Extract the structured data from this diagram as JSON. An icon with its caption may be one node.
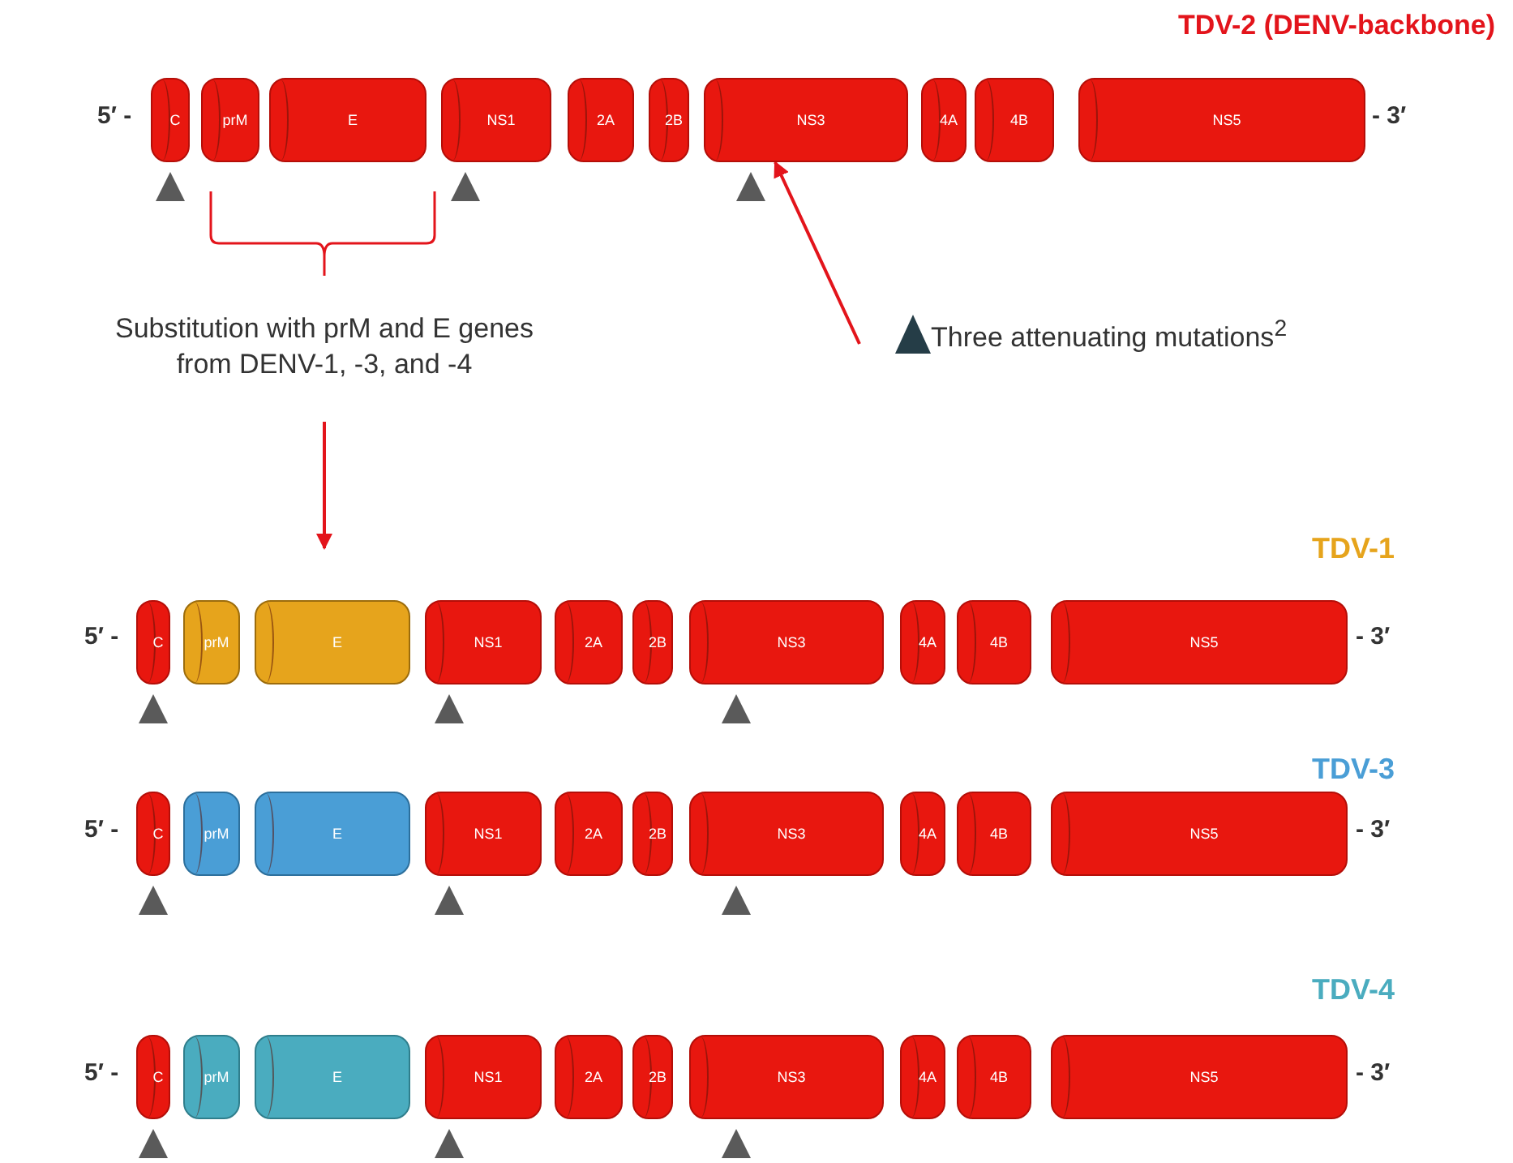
{
  "diagram": {
    "nodes": [
      {
        "text": [
          "C"
        ]
      },
      {
        "text": [
          "prM"
        ]
      },
      {
        "text": [
          "E"
        ]
      },
      {
        "text": [
          "NS1"
        ]
      },
      {
        "text": [
          "2A"
        ]
      },
      {
        "text": [
          "2B"
        ]
      },
      {
        "text": [
          "NS3"
        ]
      },
      {
        "text": [
          "4A"
        ]
      },
      {
        "text": [
          "4B"
        ]
      },
      {
        "text": [
          "NS5"
        ]
      },
      {
        "text": [
          "C"
        ]
      },
      {
        "text": [
          "prM"
        ]
      },
      {
        "text": [
          "E"
        ]
      },
      {
        "text": [
          "NS1"
        ]
      },
      {
        "text": [
          "2A"
        ]
      },
      {
        "text": [
          "2B"
        ]
      },
      {
        "text": [
          "NS3"
        ]
      },
      {
        "text": [
          "4A"
        ]
      },
      {
        "text": [
          "4B"
        ]
      },
      {
        "text": [
          "NS5"
        ]
      },
      {
        "text": [
          "C"
        ]
      },
      {
        "text": [
          "prM"
        ]
      },
      {
        "text": [
          "E"
        ]
      },
      {
        "text": [
          "NS1"
        ]
      },
      {
        "text": [
          "2A"
        ]
      },
      {
        "text": [
          "2B"
        ]
      },
      {
        "text": [
          "NS3"
        ]
      },
      {
        "text": [
          "4A"
        ]
      },
      {
        "text": [
          "4B"
        ]
      },
      {
        "text": [
          "NS5"
        ]
      },
      {
        "text": [
          "C"
        ]
      },
      {
        "text": [
          "prM"
        ]
      },
      {
        "text": [
          "E"
        ]
      },
      {
        "text": [
          "NS1"
        ]
      },
      {
        "text": [
          "2A"
        ]
      },
      {
        "text": [
          "2B"
        ]
      },
      {
        "text": [
          "NS3"
        ]
      },
      {
        "text": [
          "4A"
        ]
      },
      {
        "text": [
          "4B"
        ]
      },
      {
        "text": [
          "NS5"
        ]
      },
      {
        "text": [
          "Substitution with prM and E genes from DENV-1, -3, and -4"
        ]
      },
      {
        "text": [
          "Three attenuating mutations$^{2}$"
        ]
      }
    ],
    "edges": [
      {
        "from": 40,
        "to": null,
        "arrow": "to"
      },
      {
        "from": 41,
        "to": 6,
        "arrow": "to"
      }
    ],
    "labels": [
      "TDV-2 (DENV-backbone)",
      "5′ -",
      "- 3′",
      "TDV-1",
      "5′ -",
      "- 3′",
      "TDV-3",
      "5′ -",
      "- 3′",
      "TDV-4",
      "5′ -",
      "- 3′"
    ]
  }
}
